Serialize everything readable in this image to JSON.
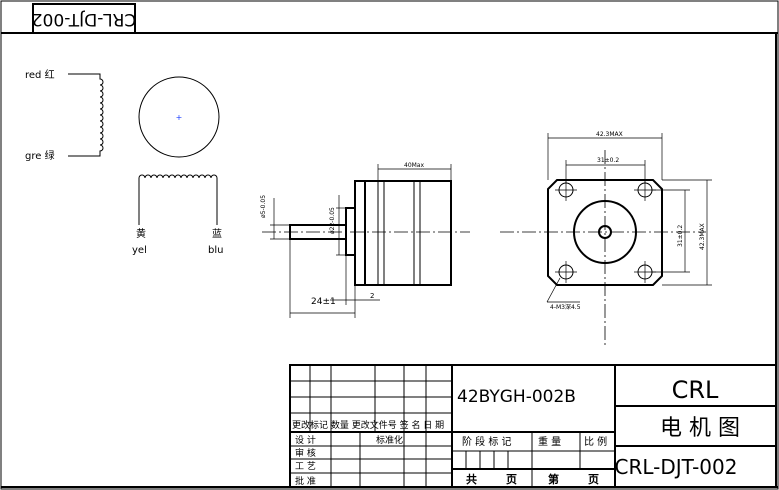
{
  "drawing_code_rotated": "CRL-DJT-002",
  "wiring": {
    "red_label": "red 红",
    "gre_label": "gre 绿",
    "yellow_cn": "黄",
    "yellow_en": "yel",
    "blue_cn": "蓝",
    "blue_en": "blu"
  },
  "side_view": {
    "body_length": "40Max",
    "shaft_dia": "ø5-0.05",
    "boss_dia": "ø22-0.05",
    "shaft_length": "24±1",
    "boss_height": "2"
  },
  "front_view": {
    "width_max": "42.3MAX",
    "hole_spacing_h": "31±0.2",
    "hole_spacing_v": "31±0.2",
    "height_max": "42.3MAX",
    "holes": "4-M3深4.5"
  },
  "title_block": {
    "model": "42BYGH-002B",
    "company": "CRL",
    "title": "电 机 图",
    "code": "CRL-DJT-002",
    "rev_header": "更改标记 数量 更改文件号 签 名 日 期",
    "design": "设 计",
    "check": "审 核",
    "process": "工 艺",
    "standard": "标准化",
    "approve": "批 准",
    "stage_mark": "阶 段 标 记",
    "weight": "重 量",
    "scale": "比 例",
    "total": "共",
    "sheet": "页",
    "page_no": "第",
    "sheet2": "页"
  }
}
